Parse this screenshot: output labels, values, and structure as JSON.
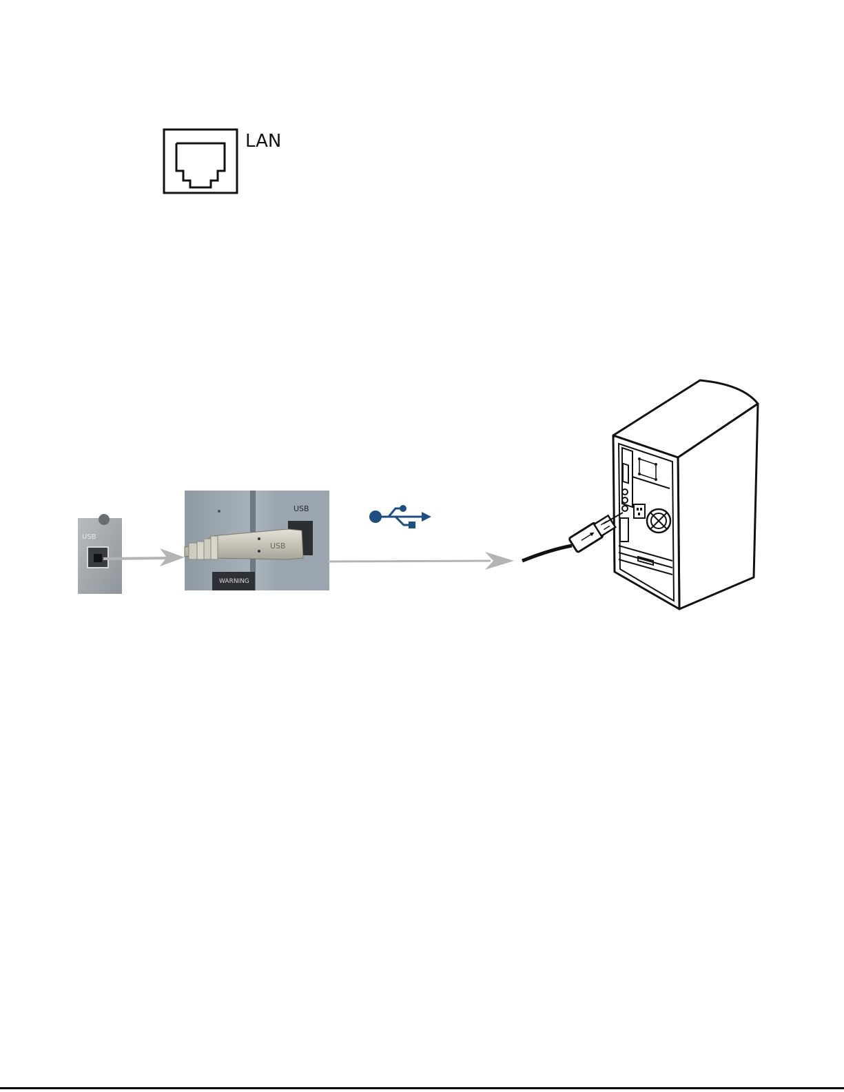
{
  "lan": {
    "label": "LAN"
  },
  "photo": {
    "port_label": "USB",
    "warning_label": "WARNING"
  },
  "colors": {
    "usb_blue": "#1e4d82",
    "arrow_gray": "#b4b4b4",
    "ink": "#111111"
  },
  "icons": [
    "rj45-port-icon",
    "usb-trident-icon",
    "desktop-tower-icon"
  ]
}
